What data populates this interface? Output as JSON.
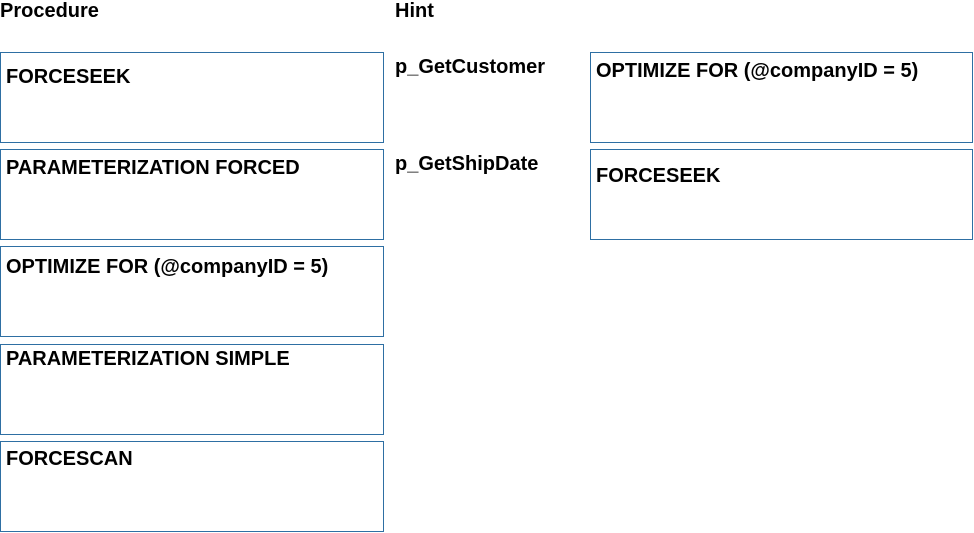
{
  "headings": {
    "procedure": "Procedure",
    "hint": "Hint"
  },
  "options": [
    "FORCESEEK",
    "PARAMETERIZATION FORCED",
    "OPTIMIZE FOR (@companyID = 5)",
    "PARAMETERIZATION SIMPLE",
    "FORCESCAN"
  ],
  "procedures": [
    "p_GetCustomer",
    "p_GetShipDate"
  ],
  "answers": [
    "OPTIMIZE FOR (@companyID = 5)",
    "FORCESEEK"
  ],
  "colors": {
    "box_border": "#2e6fa3",
    "text": "#000000",
    "background": "#ffffff"
  }
}
